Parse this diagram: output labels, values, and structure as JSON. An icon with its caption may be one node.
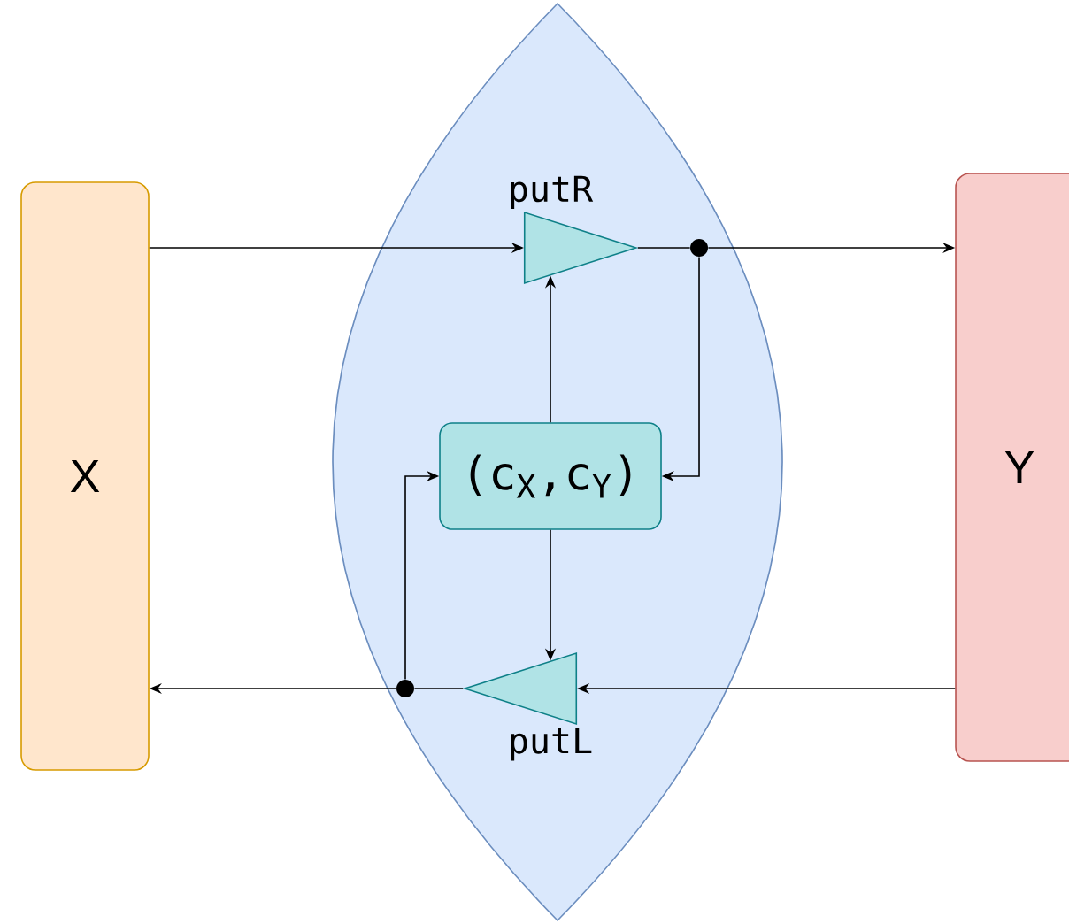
{
  "diagram": {
    "nodes": [
      {
        "text": [
          "X"
        ]
      },
      {
        "text": [],
        "shape": "lens"
      },
      {
        "text": [
          "putR"
        ],
        "in": 1
      },
      {
        "text": [],
        "shape": "circle",
        "in": 1
      },
      {
        "text": [
          "(c$_{X}$,c$_{Y}$)"
        ],
        "in": 1
      },
      {
        "text": [
          "putL"
        ],
        "in": 1
      },
      {
        "text": [],
        "shape": "circle",
        "in": 1
      },
      {
        "text": [
          "Y"
        ]
      }
    ],
    "edges": [
      {
        "from": 0,
        "to": 2,
        "arrow": "to"
      },
      {
        "from": 2,
        "to": 3,
        "arrow": "none"
      },
      {
        "from": 3,
        "to": 7,
        "arrow": "to"
      },
      {
        "from": 3,
        "to": 4,
        "arrow": "to"
      },
      {
        "from": 4,
        "to": 2,
        "arrow": "to"
      },
      {
        "from": 4,
        "to": 5,
        "arrow": "to"
      },
      {
        "from": 7,
        "to": 5,
        "arrow": "to"
      },
      {
        "from": 5,
        "to": 6,
        "arrow": "none"
      },
      {
        "from": 6,
        "to": 0,
        "arrow": "to"
      },
      {
        "from": 6,
        "to": 4,
        "arrow": "to"
      }
    ]
  }
}
